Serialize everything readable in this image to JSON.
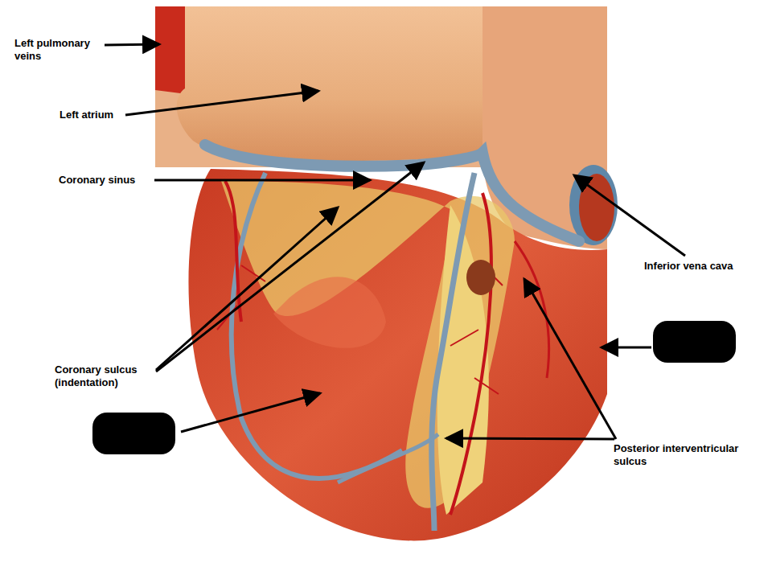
{
  "diagram": {
    "labels": [
      "Left pulmonary veins",
      "Left atrium",
      "Coronary sinus",
      "Coronary sulcus (indentation)",
      "Inferior vena cava",
      "Posterior interventricular sulcus"
    ]
  }
}
